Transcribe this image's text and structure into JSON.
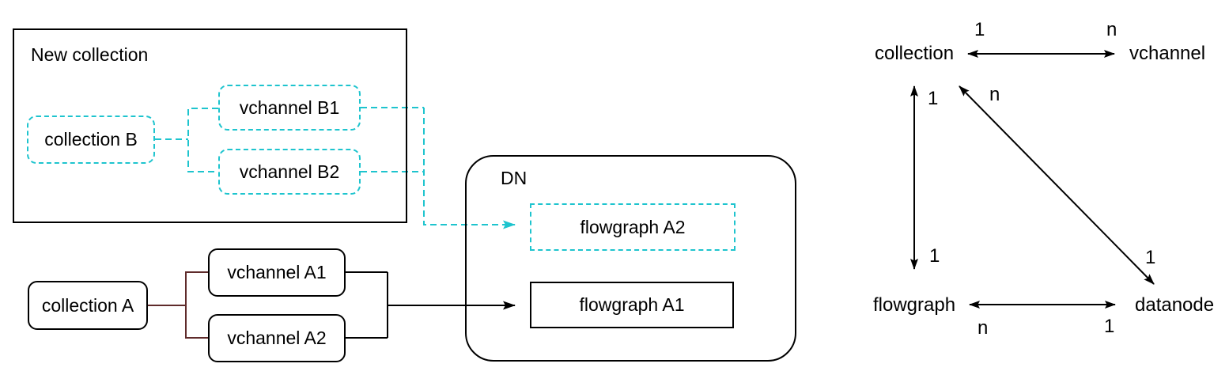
{
  "colors": {
    "teal": "#1EC4CE",
    "maroon": "#5F2B2B",
    "ink": "#000000"
  },
  "flow_diagram": {
    "new_collection_group": {
      "title": "New collection"
    },
    "dn_group": {
      "title": "DN"
    },
    "boxes": {
      "collection_b": "collection B",
      "vchannel_b1": "vchannel B1",
      "vchannel_b2": "vchannel B2",
      "collection_a": "collection A",
      "vchannel_a1": "vchannel A1",
      "vchannel_a2": "vchannel A2",
      "flowgraph_a2": "flowgraph A2",
      "flowgraph_a1": "flowgraph A1"
    }
  },
  "er_diagram": {
    "nodes": {
      "collection": "collection",
      "vchannel": "vchannel",
      "flowgraph": "flowgraph",
      "datanode": "datanode"
    },
    "multiplicities": {
      "collection_vchannel_left": "1",
      "collection_vchannel_right": "n",
      "collection_flowgraph_top": "1",
      "collection_flowgraph_bottom": "1",
      "diagonal_top": "n",
      "diagonal_bottom": "1",
      "flowgraph_datanode_left": "n",
      "flowgraph_datanode_right": "1"
    }
  }
}
